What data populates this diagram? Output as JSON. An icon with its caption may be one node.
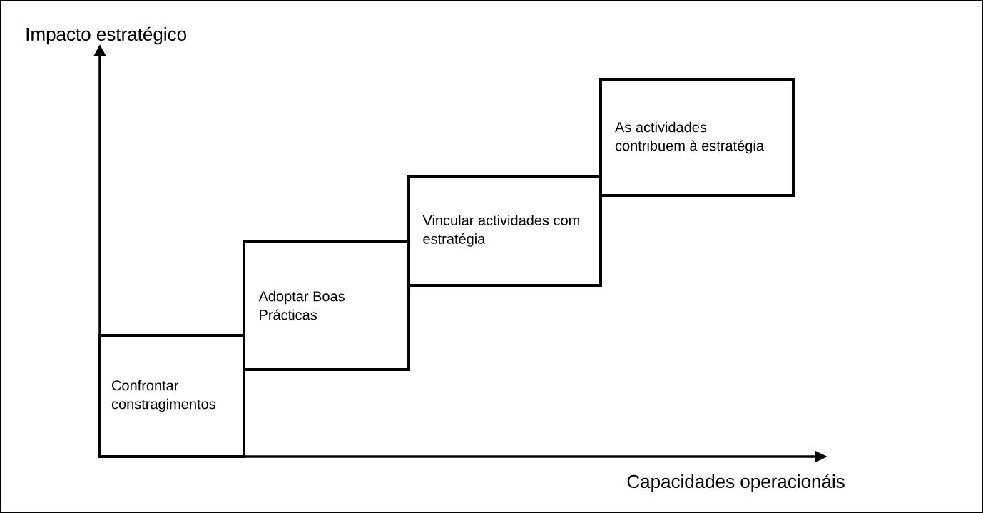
{
  "diagram": {
    "nodes": [
      {
        "text": [
          "Confrontar constragimentos"
        ]
      },
      {
        "text": [
          "Adoptar Boas Prácticas"
        ]
      },
      {
        "text": [
          "Vincular actividades com estratégia"
        ]
      },
      {
        "text": [
          "As actividades contribuem à estratégia"
        ]
      }
    ],
    "labels": [
      "Impacto estratégico",
      "Capacidades operacionáis"
    ]
  }
}
